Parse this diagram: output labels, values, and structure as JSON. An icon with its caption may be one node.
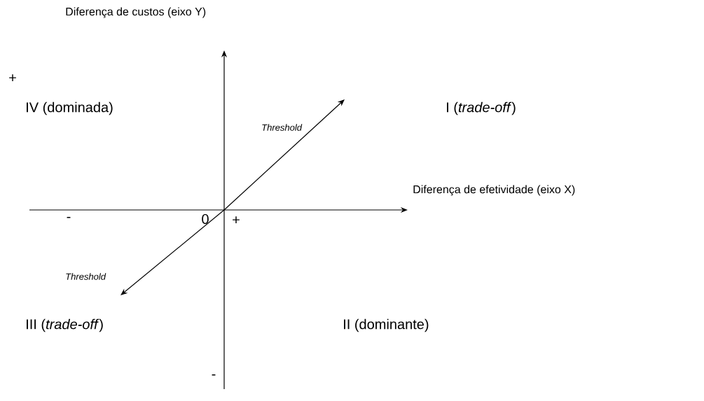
{
  "diagram": {
    "labels": [
      "Diferença de custos (eixo Y)",
      "+",
      "IV (dominada)",
      "I (*trade-off*)",
      "Threshold",
      "Diferença de efetividade (eixo X)",
      "-",
      "0",
      "+",
      "Threshold",
      "III (*trade-off*)",
      "II (dominante)",
      "-"
    ]
  }
}
